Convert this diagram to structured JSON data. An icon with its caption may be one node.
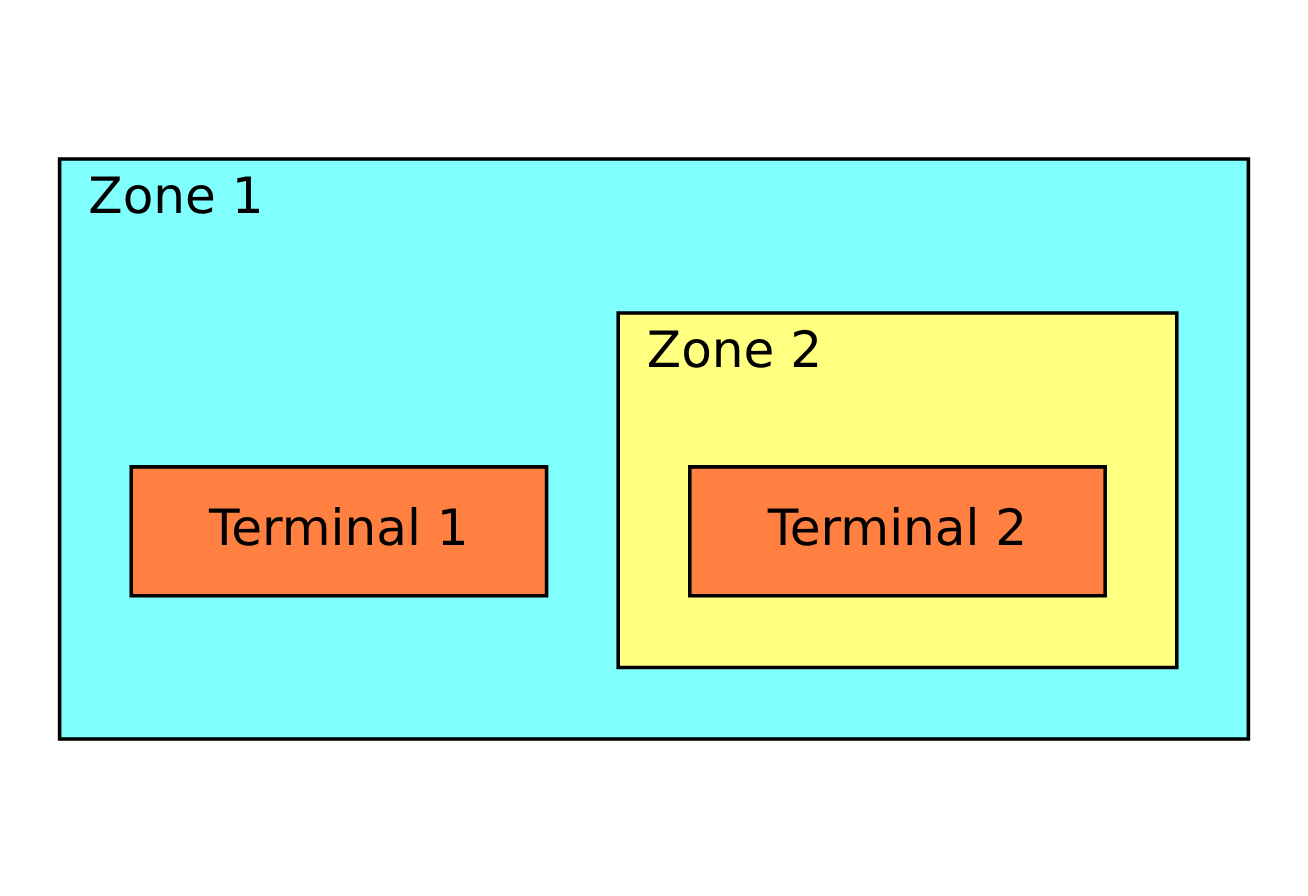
{
  "diagram": {
    "nodes": [
      {
        "text": [
          "Zone 1"
        ]
      },
      {
        "text": [
          "Terminal 1"
        ],
        "in": 0
      },
      {
        "text": [
          "Zone 2"
        ],
        "in": 0
      },
      {
        "text": [
          "Terminal 2"
        ],
        "in": 2
      }
    ]
  }
}
